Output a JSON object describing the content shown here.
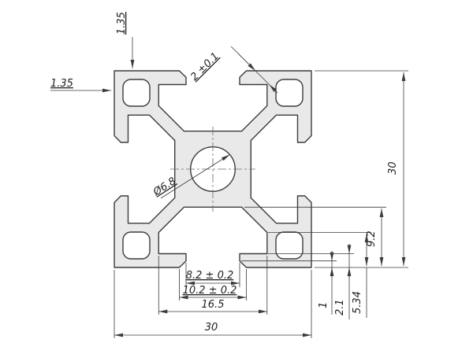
{
  "dims": {
    "wall_top": "1.35",
    "wall_left": "1.35",
    "slot_lip_thickness": "2 ±0.1",
    "center_hole_dia": "Ø6.8",
    "overall_height": "30",
    "slot_depth": "9.2",
    "cavity_side": "5.34",
    "lip_depth": "2.1",
    "chamfer_depth": "1",
    "slot_opening": "8.2 ± 0.2",
    "slot_opening_outer": "10.2 ± 0.2",
    "cavity_width": "16.5",
    "overall_width": "30"
  },
  "colors": {
    "background": "#ffffff",
    "profile_fill": "#e9e9e9",
    "line": "#3c3c3c"
  }
}
